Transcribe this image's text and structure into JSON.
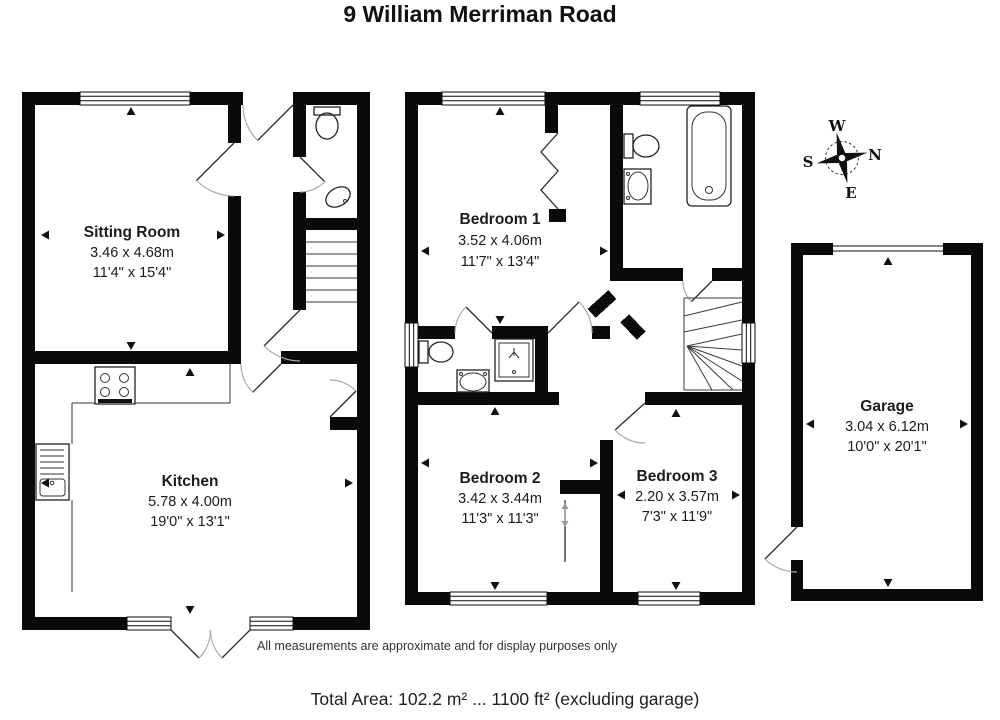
{
  "title": "9 William Merriman Road",
  "rooms": [
    {
      "id": "sitting-room",
      "name": "Sitting Room",
      "metric": "3.46 x 4.68m",
      "imperial": "11'4\" x 15'4\""
    },
    {
      "id": "kitchen",
      "name": "Kitchen",
      "metric": "5.78 x 4.00m",
      "imperial": "19'0\" x 13'1\""
    },
    {
      "id": "bedroom-1",
      "name": "Bedroom 1",
      "metric": "3.52 x 4.06m",
      "imperial": "11'7\" x 13'4\""
    },
    {
      "id": "bedroom-2",
      "name": "Bedroom 2",
      "metric": "3.42 x 3.44m",
      "imperial": "11'3\" x 11'3\""
    },
    {
      "id": "bedroom-3",
      "name": "Bedroom 3",
      "metric": "2.20 x 3.57m",
      "imperial": "7'3\" x 11'9\""
    },
    {
      "id": "garage",
      "name": "Garage",
      "metric": "3.04 x 6.12m",
      "imperial": "10'0\" x 20'1\""
    }
  ],
  "compass": {
    "top": "W",
    "right": "N",
    "bottom": "E",
    "left": "S"
  },
  "notes": {
    "disclaimer": "All measurements are approximate and for display purposes only",
    "total_area": "Total Area: 102.2 m² ... 1100 ft² (excluding garage)"
  },
  "colors": {
    "wall": "#0a0a0a",
    "background": "#ffffff",
    "door_arc": "#a8a8a8",
    "text": "#1c1c1c"
  }
}
